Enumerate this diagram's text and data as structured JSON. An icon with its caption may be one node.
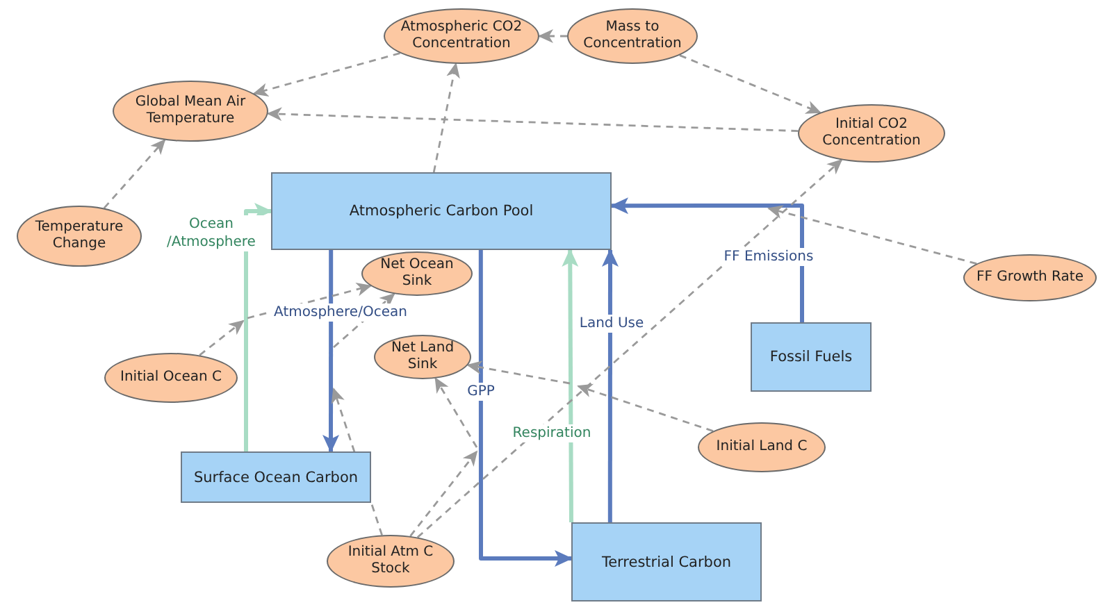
{
  "diagram": {
    "nodes": [
      {
        "text": [
          "Atmospheric CO2 Concentration"
        ]
      },
      {
        "text": [
          "Mass to Concentration"
        ]
      },
      {
        "text": [
          "Global Mean Air Temperature"
        ]
      },
      {
        "text": [
          "Initial CO2 Concentration"
        ]
      },
      {
        "text": [
          "Temperature Change"
        ]
      },
      {
        "text": [
          "Atmospheric Carbon Pool"
        ]
      },
      {
        "text": [
          "Net Ocean Sink"
        ]
      },
      {
        "text": [
          "FF Growth Rate"
        ]
      },
      {
        "text": [
          "Fossil Fuels"
        ]
      },
      {
        "text": [
          "Net Land Sink"
        ]
      },
      {
        "text": [
          "Initial Ocean C"
        ]
      },
      {
        "text": [
          "Initial Land C"
        ]
      },
      {
        "text": [
          "Surface Ocean Carbon"
        ]
      },
      {
        "text": [
          "Terrestrial Carbon"
        ]
      },
      {
        "text": [
          "Initial Atm C Stock"
        ]
      }
    ],
    "edges": [
      {
        "from": 12,
        "to": 5,
        "arrow": "to",
        "label": "Ocean /Atmosphere",
        "style": "thick",
        "color": "#a8dcc4"
      },
      {
        "from": 5,
        "to": 12,
        "arrow": "to",
        "label": "Atmosphere/Ocean",
        "style": "thick",
        "color": "#5b7bbd"
      },
      {
        "from": 5,
        "to": 13,
        "arrow": "to",
        "label": "GPP",
        "style": "thick",
        "color": "#5b7bbd"
      },
      {
        "from": 13,
        "to": 5,
        "arrow": "to",
        "label": "Respiration",
        "style": "thick",
        "color": "#a8dcc4"
      },
      {
        "from": 13,
        "to": 5,
        "arrow": "to",
        "label": "Land Use",
        "style": "thick",
        "color": "#5b7bbd"
      },
      {
        "from": 8,
        "to": 5,
        "arrow": "to",
        "label": "FF Emissions",
        "style": "thick",
        "color": "#5b7bbd"
      },
      {
        "from": 1,
        "to": 0,
        "arrow": "to",
        "style": "dashed"
      },
      {
        "from": 0,
        "to": 2,
        "arrow": "to",
        "style": "dashed"
      },
      {
        "from": 3,
        "to": 2,
        "arrow": "to",
        "style": "dashed"
      },
      {
        "from": 1,
        "to": 3,
        "arrow": "to",
        "style": "dashed"
      },
      {
        "from": 4,
        "to": 2,
        "arrow": "to",
        "style": "dashed"
      },
      {
        "from": 5,
        "to": 0,
        "arrow": "to",
        "style": "dashed"
      },
      {
        "from": 14,
        "to": 3,
        "arrow": "to",
        "style": "dashed"
      },
      {
        "from": 14,
        "to": null,
        "arrow": "to",
        "style": "dashed"
      },
      {
        "from": null,
        "to": 9,
        "arrow": "to",
        "style": "dashed"
      },
      {
        "from": 14,
        "to": null,
        "arrow": "to",
        "style": "dashed"
      },
      {
        "from": null,
        "to": 6,
        "arrow": "to",
        "style": "dashed"
      },
      {
        "from": 10,
        "to": null,
        "arrow": "to",
        "style": "dashed"
      },
      {
        "from": null,
        "to": 6,
        "arrow": "to",
        "style": "dashed"
      },
      {
        "from": 11,
        "to": null,
        "arrow": "to",
        "style": "dashed"
      },
      {
        "from": null,
        "to": 9,
        "arrow": "to",
        "style": "dashed"
      },
      {
        "from": 7,
        "to": null,
        "arrow": "to",
        "style": "dashed"
      }
    ]
  }
}
